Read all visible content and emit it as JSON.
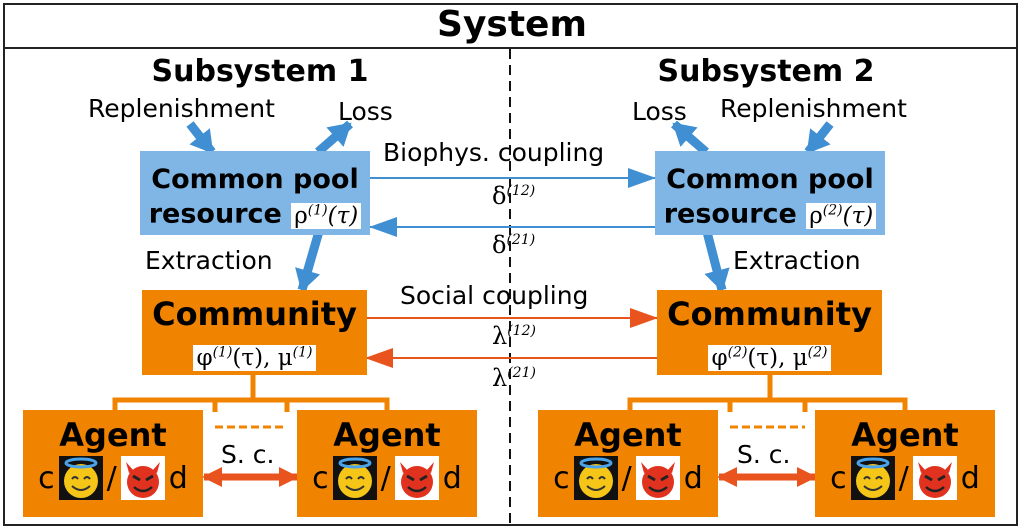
{
  "title": "System",
  "subsystems": [
    {
      "title": "Subsystem 1",
      "replenishment": "Replenishment",
      "loss": "Loss",
      "cpr_line1": "Common pool",
      "cpr_line2": "resource",
      "cpr_var": "ρ",
      "cpr_sup": "(1)",
      "cpr_arg": "(τ)",
      "extraction": "Extraction",
      "community": "Community",
      "com_var1": "φ",
      "com_sup1": "(1)",
      "com_arg": "(τ), μ",
      "com_sup2": "(1)"
    },
    {
      "title": "Subsystem 2",
      "replenishment": "Replenishment",
      "loss": "Loss",
      "cpr_line1": "Common pool",
      "cpr_line2": "resource",
      "cpr_var": "ρ",
      "cpr_sup": "(2)",
      "cpr_arg": "(τ)",
      "extraction": "Extraction",
      "community": "Community",
      "com_var1": "φ",
      "com_sup1": "(2)",
      "com_arg": "(τ), μ",
      "com_sup2": "(2)"
    }
  ],
  "couplings": {
    "biophys": "Biophys. coupling",
    "d12": "δ",
    "d12sup": "(12)",
    "d21": "δ",
    "d21sup": "(21)",
    "social": "Social coupling",
    "l12": "λ",
    "l12sup": "(12)",
    "l21": "λ",
    "l21sup": "(21)"
  },
  "agent": {
    "label": "Agent",
    "coop": "c",
    "defect": "d",
    "slash": "/",
    "coop_icon": "angel-face-icon",
    "defect_icon": "devil-face-icon"
  },
  "sc": "S. c.",
  "colors": {
    "resource": "#7fb6e6",
    "community": "#f08300",
    "biophys_arrow": "#3f8fd2",
    "social_arrow": "#e8531e"
  }
}
